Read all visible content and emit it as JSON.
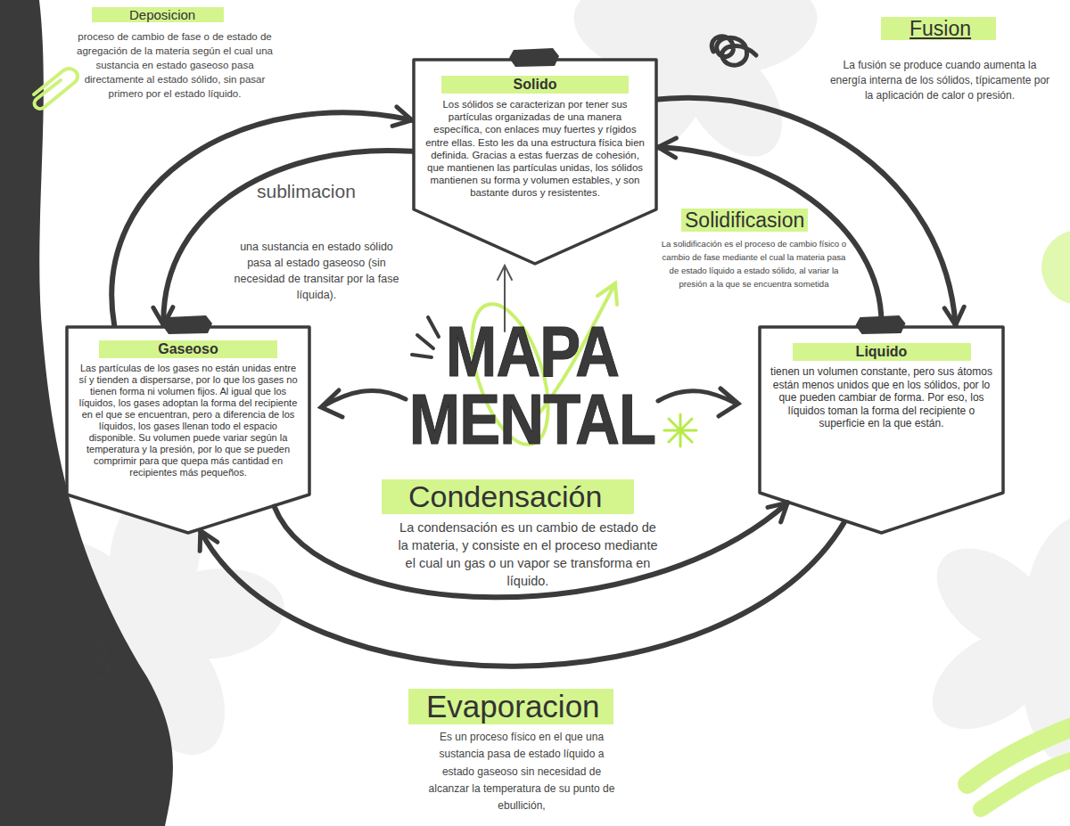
{
  "diagram": {
    "title": "MAPA MENTAL",
    "nodes": [
      {
        "text": [
          "Solido",
          "Los sólidos se caracterizan por tener sus partículas organizadas de una manera específica, con enlaces muy fuertes y rígidos entre ellas. Esto les da una estructura física bien definida. Gracias a estas fuerzas de cohesión, que mantienen las partículas unidas, los sólidos mantienen su forma y volumen estables, y son bastante duros y resistentes."
        ]
      },
      {
        "text": [
          "Gaseoso",
          "Las partículas de los gases no están unidas entre sí y tienden a dispersarse, por lo que los gases no tienen forma ni volumen fijos. Al igual que los líquidos, los gases adoptan la forma del recipiente en el que se encuentran, pero a diferencia de los líquidos, los gases llenan todo el espacio disponible. Su volumen puede variar según la temperatura y la presión, por lo que se pueden comprimir para que quepa más cantidad en recipientes más pequeños."
        ]
      },
      {
        "text": [
          "Liquido",
          "tienen un volumen constante, pero sus átomos están menos unidos que en los sólidos, por lo que pueden cambiar de forma. Por eso, los líquidos toman la forma del recipiente o superficie en la que están."
        ]
      }
    ],
    "edges": [
      {
        "from": 1,
        "to": 0,
        "arrow": "to",
        "label": "Deposicion"
      },
      {
        "from": 0,
        "to": 2,
        "arrow": "to",
        "label": "Fusion"
      },
      {
        "from": 0,
        "to": 1,
        "arrow": "to",
        "label": "sublimacion"
      },
      {
        "from": 2,
        "to": 0,
        "arrow": "to",
        "label": "Solidificasion"
      },
      {
        "from": 1,
        "to": 2,
        "arrow": "to",
        "label": "Condensación"
      },
      {
        "from": 2,
        "to": 1,
        "arrow": "to",
        "label": "Evaporacion"
      }
    ],
    "labels": [
      "proceso de cambio de fase o de estado de agregación de la materia según el cual una sustancia en estado gaseoso pasa directamente al estado sólido, sin pasar primero por el estado líquido.",
      "La fusión se produce cuando aumenta la energía interna de los sólidos, típicamente por la aplicación de calor o presión.",
      "una sustancia en estado sólido pasa al estado gaseoso (sin necesidad de transitar por la fase líquida).",
      "La solidificación es el proceso de cambio físico o cambio de fase mediante el cual la materia pasa de estado líquido a estado sólido, al variar la presión a la que se encuentra sometida",
      "La condensación es un cambio de estado de la materia, y consiste en el proceso mediante el cual un gas o un vapor se transforma en líquido.",
      "Es un proceso físico en el que una sustancia pasa de estado líquido a estado gaseoso sin necesidad de alcanzar la temperatura de su punto de ebullición,"
    ]
  }
}
